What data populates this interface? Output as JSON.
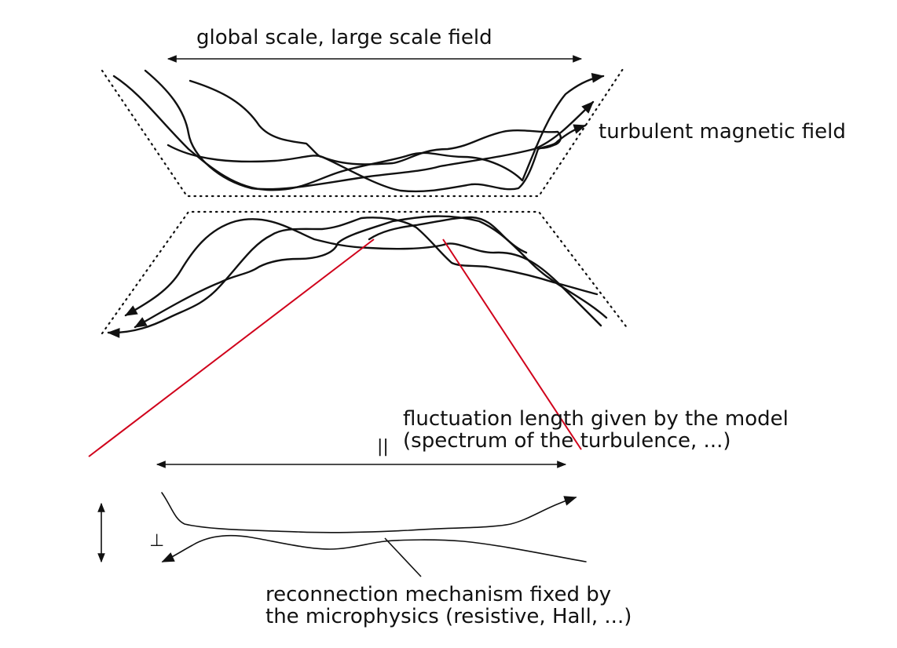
{
  "labels": {
    "global_scale": "global scale, large scale field",
    "turbulent_field": "turbulent magnetic field",
    "fluctuation_line1": "fluctuation length given by the model",
    "fluctuation_line2": "(spectrum of the turbulence, ...)",
    "reconnection_line1": "reconnection mechanism fixed by",
    "reconnection_line2": "the microphysics (resistive, Hall, ...)",
    "parallel_symbol": "||",
    "perp_symbol": "⊥"
  },
  "colors": {
    "lines": "#111111",
    "zoom_lines": "#d0021b"
  }
}
